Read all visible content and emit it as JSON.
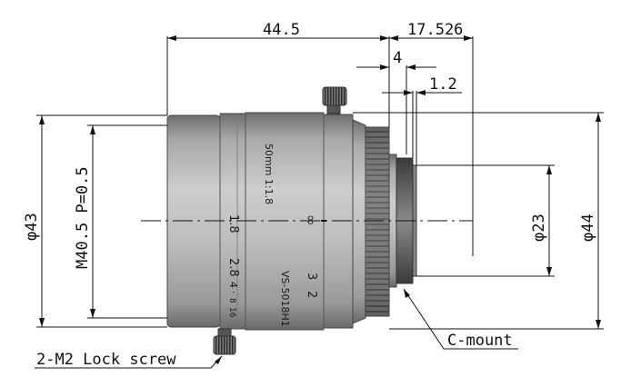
{
  "dimensions": {
    "length_body": "44.5",
    "length_mount": "17.526",
    "thread_depth": "4",
    "flange_step": "1.2",
    "diameter_front": "φ43",
    "diameter_thread": "M40.5 P=0.5",
    "diameter_mount": "φ23",
    "diameter_max": "φ44"
  },
  "lens_markings": {
    "model_spec": "50mm 1:1.8",
    "aperture_1": "1.8",
    "aperture_2": "2.8",
    "aperture_3": "4",
    "aperture_4": "8",
    "aperture_5": "16",
    "focus_infinity": "∞",
    "focus_3": "3",
    "focus_2": "2",
    "model_name": "VS-5018H1"
  },
  "callouts": {
    "lock_screw": "2-M2 Lock screw",
    "c_mount": "C-mount"
  }
}
